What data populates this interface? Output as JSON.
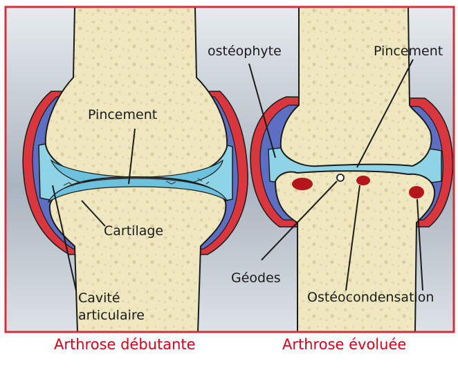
{
  "labels": {
    "pincement_left": "Pincement",
    "cartilage": "Cartilage",
    "cavite_line1": "Cavité",
    "cavite_line2": "articulaire",
    "osteophyte": "ostéophyte",
    "pincement_right": "Pincement",
    "geodes": "Géodes",
    "osteocondensation": "Ostéocondensation"
  },
  "captions": {
    "left": "Arthrose débutante",
    "right": "Arthrose évoluée"
  },
  "colors": {
    "frame": "#d32f3c",
    "caption": "#d4001a",
    "bone": "#efe7bf",
    "capsule_outer": "#d9363e",
    "capsule_inner": "#5d6fc2",
    "cartilage": "#8fd3e6",
    "lesion": "#b5161b"
  }
}
